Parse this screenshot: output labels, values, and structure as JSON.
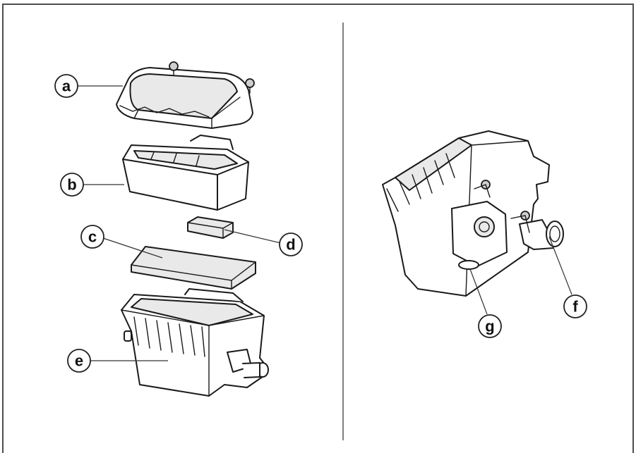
{
  "figure": {
    "labels": {
      "a": "a",
      "b": "b",
      "c": "c",
      "d": "d",
      "e": "e",
      "f": "f",
      "g": "g"
    },
    "colors": {
      "line": "#1a1a1a",
      "frame": "#4d4d4d",
      "divider": "#555555",
      "background": "#ffffff"
    }
  }
}
